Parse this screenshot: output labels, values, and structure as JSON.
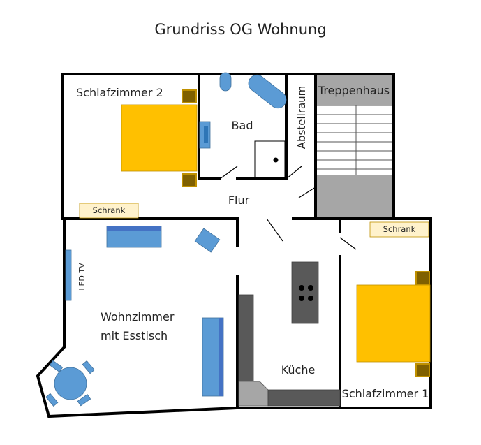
{
  "title": "Grundriss OG Wohnung",
  "rooms": {
    "schlafzimmer2": "Schlafzimmer 2",
    "bad": "Bad",
    "abstellraum": "Abstellraum",
    "treppenhaus": "Treppenhaus",
    "flur": "Flur",
    "wohnzimmer_line1": "Wohnzimmer",
    "wohnzimmer_line2": "mit Esstisch",
    "kueche": "Küche",
    "schlafzimmer1": "Schlafzimmer 1"
  },
  "furniture": {
    "schrank_left": "Schrank",
    "schrank_right": "Schrank",
    "led_tv": "LED TV"
  },
  "colors": {
    "bed": "#FFC000",
    "nightstand": "#7F6000",
    "blue_furniture": "#5B9BD5",
    "blue_dark": "#4472C4",
    "kitchen_dark": "#595959",
    "kitchen_light": "#A6A6A6",
    "stairs_fill": "#A6A6A6",
    "schrank_fill": "#FFF2CC"
  }
}
